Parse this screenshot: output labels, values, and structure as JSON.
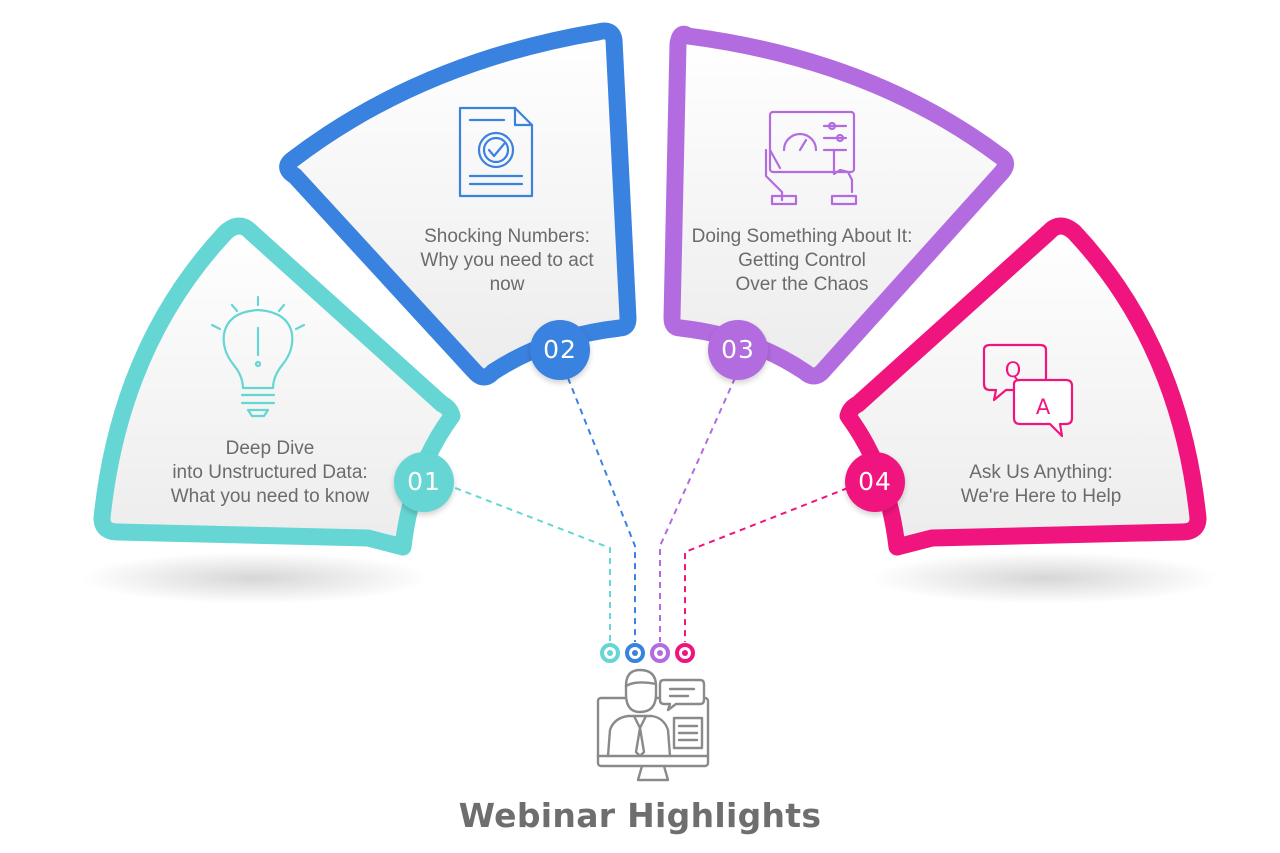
{
  "title": "Webinar Highlights",
  "colors": {
    "teal": "#66d6d4",
    "blue": "#3a82e0",
    "purple": "#b26ce0",
    "pink": "#f0157e",
    "text": "#6b6b6b",
    "icon": "#8a8a8a"
  },
  "items": [
    {
      "number": "01",
      "color": "#66d6d4",
      "icon": "lightbulb-icon",
      "lines": [
        "Deep Dive",
        "into Unstructured Data:",
        "What you need to know"
      ]
    },
    {
      "number": "02",
      "color": "#3a82e0",
      "icon": "checked-document-icon",
      "lines": [
        "Shocking Numbers:",
        "Why you need to act",
        "now"
      ]
    },
    {
      "number": "03",
      "color": "#b26ce0",
      "icon": "tablet-dashboard-icon",
      "lines": [
        "Doing Something About It:",
        "Getting Control",
        "Over the Chaos"
      ]
    },
    {
      "number": "04",
      "color": "#f0157e",
      "icon": "qa-chat-icon",
      "lines": [
        "Ask Us Anything:",
        "We're Here to Help"
      ]
    }
  ],
  "center_icon": "webinar-presenter-icon"
}
